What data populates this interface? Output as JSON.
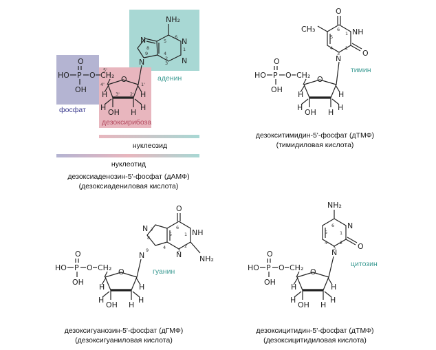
{
  "colors": {
    "adenine_box": "#a8d8d4",
    "phosphate_box": "#b4b4d2",
    "sugar_box": "#e8b6be",
    "base_label": "#3a9a92",
    "phosphate_label": "#3b3b8f",
    "sugar_label": "#b34a5f"
  },
  "labels": {
    "adenin": "аденин",
    "fosfat": "фосфат",
    "dezoksiriboza": "дезоксирибоза",
    "nukleozid": "нуклеозид",
    "nukleotid": "нуклеотид",
    "timin": "тимин",
    "guanin": "гуанин",
    "citozin": "цитозин"
  },
  "captions": {
    "damf_line1": "дезоксиаденозин-5'-фосфат (дАМФ)",
    "damf_line2": "(дезоксиадениловая кислота)",
    "dtmf_line1": "дезокситимидин-5'-фосфат (дТМФ)",
    "dtmf_line2": "(тимидиловая кислота)",
    "dgmf_line1": "дезоксигуанозин-5'-фосфат (дГМФ)",
    "dgmf_line2": "(дезоксигуаниловая кислота)",
    "dcmf_line1": "дезоксицитидин-5'-фосфат (дТМФ)",
    "dcmf_line2": "(дезоксицитидиловая кислота)"
  },
  "atoms": {
    "HO": "HO",
    "OH": "OH",
    "P": "P",
    "O": "O",
    "H": "H",
    "N": "N",
    "NH": "NH",
    "NH2": "NH₂",
    "CH2": "CH₂",
    "CH3": "CH₃"
  },
  "numbers": [
    "1",
    "2",
    "3",
    "4",
    "5",
    "6",
    "7",
    "8",
    "9",
    "1'",
    "2'",
    "3'",
    "4'",
    "5'"
  ]
}
